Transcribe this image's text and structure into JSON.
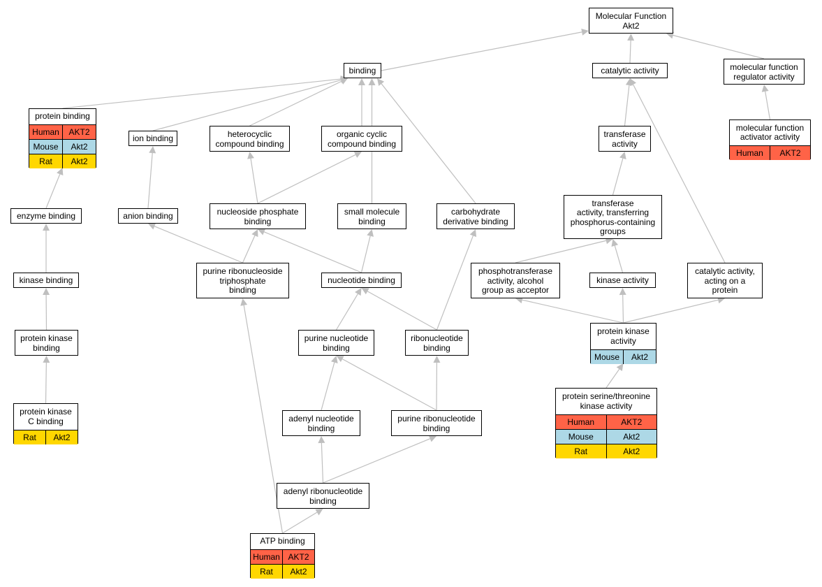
{
  "colors": {
    "Human": "#ff6347",
    "Mouse": "#add8e6",
    "Rat": "#ffd700",
    "edge": "#bfbfbf"
  },
  "nodes": {
    "mf_akt2": {
      "title": "Molecular Function\nAkt2",
      "species": []
    },
    "binding": {
      "title": "binding",
      "species": []
    },
    "catalytic": {
      "title": "catalytic activity",
      "species": []
    },
    "mf_regulator": {
      "title": "molecular function\nregulator activity",
      "species": []
    },
    "mf_activator": {
      "title": "molecular function\nactivator activity",
      "species": [
        {
          "org": "Human",
          "gene": "AKT2"
        }
      ]
    },
    "protein_binding": {
      "title": "protein binding",
      "species": [
        {
          "org": "Human",
          "gene": "AKT2"
        },
        {
          "org": "Mouse",
          "gene": "Akt2"
        },
        {
          "org": "Rat",
          "gene": "Akt2"
        }
      ]
    },
    "ion_binding": {
      "title": "ion binding",
      "species": []
    },
    "heterocyclic": {
      "title": "heterocyclic\ncompound binding",
      "species": []
    },
    "organic_cyclic": {
      "title": "organic cyclic\ncompound binding",
      "species": []
    },
    "transferase": {
      "title": "transferase\nactivity",
      "species": []
    },
    "enzyme_binding": {
      "title": "enzyme binding",
      "species": []
    },
    "anion_binding": {
      "title": "anion binding",
      "species": []
    },
    "nucleoside_phosphate": {
      "title": "nucleoside phosphate\nbinding",
      "species": []
    },
    "small_molecule": {
      "title": "small molecule\nbinding",
      "species": []
    },
    "carbohydrate": {
      "title": "carbohydrate\nderivative binding",
      "species": []
    },
    "transferase_phos": {
      "title": "transferase\nactivity, transferring\nphosphorus-containing\ngroups",
      "species": []
    },
    "kinase_binding": {
      "title": "kinase binding",
      "species": []
    },
    "purine_ribo_triphos": {
      "title": "purine ribonucleoside\ntriphosphate\nbinding",
      "species": []
    },
    "nucleotide_binding": {
      "title": "nucleotide binding",
      "species": []
    },
    "phosphotransferase": {
      "title": "phosphotransferase\nactivity, alcohol\ngroup as acceptor",
      "species": []
    },
    "kinase_activity": {
      "title": "kinase activity",
      "species": []
    },
    "catalytic_protein": {
      "title": "catalytic activity,\nacting on a\nprotein",
      "species": []
    },
    "protein_kinase_binding": {
      "title": "protein kinase\nbinding",
      "species": []
    },
    "purine_nucleotide": {
      "title": "purine nucleotide\nbinding",
      "species": []
    },
    "ribonucleotide": {
      "title": "ribonucleotide\nbinding",
      "species": []
    },
    "protein_kinase_activity": {
      "title": "protein kinase\nactivity",
      "species": [
        {
          "org": "Mouse",
          "gene": "Akt2"
        }
      ]
    },
    "pkc_binding": {
      "title": "protein kinase\nC binding",
      "species": [
        {
          "org": "Rat",
          "gene": "Akt2"
        }
      ]
    },
    "adenyl_nucleotide": {
      "title": "adenyl nucleotide\nbinding",
      "species": []
    },
    "purine_ribonucleotide": {
      "title": "purine ribonucleotide\nbinding",
      "species": []
    },
    "ser_thr_kinase": {
      "title": "protein serine/threonine\nkinase activity",
      "species": [
        {
          "org": "Human",
          "gene": "AKT2"
        },
        {
          "org": "Mouse",
          "gene": "Akt2"
        },
        {
          "org": "Rat",
          "gene": "Akt2"
        }
      ]
    },
    "adenyl_ribonucleotide": {
      "title": "adenyl ribonucleotide\nbinding",
      "species": []
    },
    "atp_binding": {
      "title": "ATP binding",
      "species": [
        {
          "org": "Human",
          "gene": "AKT2"
        },
        {
          "org": "Rat",
          "gene": "Akt2"
        }
      ]
    }
  },
  "edges": [
    [
      "binding",
      "mf_akt2"
    ],
    [
      "catalytic",
      "mf_akt2"
    ],
    [
      "mf_regulator",
      "mf_akt2"
    ],
    [
      "mf_activator",
      "mf_regulator"
    ],
    [
      "protein_binding",
      "binding"
    ],
    [
      "ion_binding",
      "binding"
    ],
    [
      "heterocyclic",
      "binding"
    ],
    [
      "organic_cyclic",
      "binding"
    ],
    [
      "small_molecule",
      "binding"
    ],
    [
      "carbohydrate",
      "binding"
    ],
    [
      "transferase",
      "catalytic"
    ],
    [
      "catalytic_protein",
      "catalytic"
    ],
    [
      "enzyme_binding",
      "protein_binding"
    ],
    [
      "anion_binding",
      "ion_binding"
    ],
    [
      "nucleoside_phosphate",
      "heterocyclic"
    ],
    [
      "nucleoside_phosphate",
      "organic_cyclic"
    ],
    [
      "transferase_phos",
      "transferase"
    ],
    [
      "kinase_binding",
      "enzyme_binding"
    ],
    [
      "purine_ribo_triphos",
      "anion_binding"
    ],
    [
      "purine_ribo_triphos",
      "nucleoside_phosphate"
    ],
    [
      "nucleotide_binding",
      "nucleoside_phosphate"
    ],
    [
      "nucleotide_binding",
      "small_molecule"
    ],
    [
      "phosphotransferase",
      "transferase_phos"
    ],
    [
      "kinase_activity",
      "transferase_phos"
    ],
    [
      "protein_kinase_binding",
      "kinase_binding"
    ],
    [
      "purine_nucleotide",
      "nucleotide_binding"
    ],
    [
      "ribonucleotide",
      "nucleotide_binding"
    ],
    [
      "ribonucleotide",
      "carbohydrate"
    ],
    [
      "protein_kinase_activity",
      "phosphotransferase"
    ],
    [
      "protein_kinase_activity",
      "kinase_activity"
    ],
    [
      "protein_kinase_activity",
      "catalytic_protein"
    ],
    [
      "pkc_binding",
      "protein_kinase_binding"
    ],
    [
      "adenyl_nucleotide",
      "purine_nucleotide"
    ],
    [
      "purine_ribonucleotide",
      "purine_nucleotide"
    ],
    [
      "purine_ribonucleotide",
      "ribonucleotide"
    ],
    [
      "ser_thr_kinase",
      "protein_kinase_activity"
    ],
    [
      "adenyl_ribonucleotide",
      "adenyl_nucleotide"
    ],
    [
      "adenyl_ribonucleotide",
      "purine_ribonucleotide"
    ],
    [
      "atp_binding",
      "adenyl_ribonucleotide"
    ],
    [
      "atp_binding",
      "purine_ribo_triphos"
    ]
  ]
}
